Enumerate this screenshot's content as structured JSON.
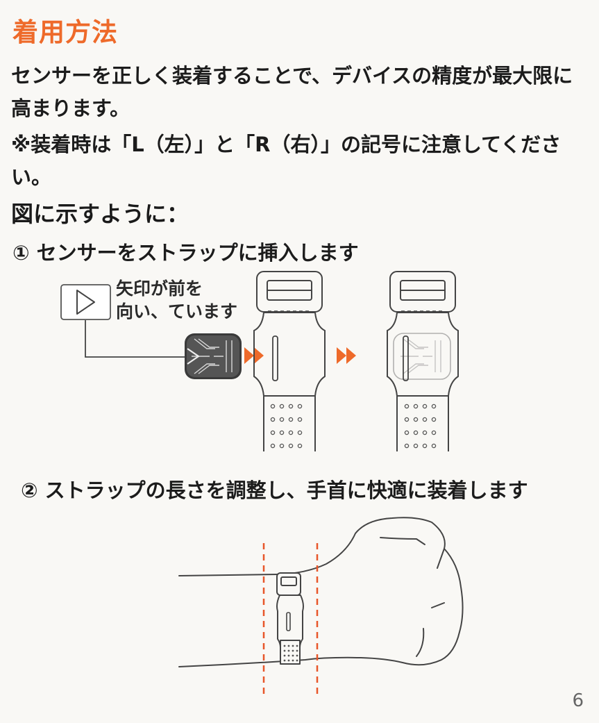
{
  "title": "着用方法",
  "intro": "センサーを正しく装着することで、デバイスの精度が最大限に高まります。",
  "note": "※装着時は「L（左）」と「R（右）」の記号に注意してください。",
  "heading": "図に示すように：",
  "steps": [
    {
      "number": "①",
      "text": "センサーをストラップに挿入します"
    },
    {
      "number": "②",
      "text": "ストラップの長さを調整し、手首に快適に装着します"
    }
  ],
  "callout": {
    "line1": "矢印が前を",
    "line2": "向い、ています"
  },
  "page_number": "6",
  "colors": {
    "accent": "#ee6a2a",
    "guide": "#e8562a",
    "line": "#444444"
  },
  "icons": [
    "arrow-button-icon",
    "sensor-icon",
    "double-arrow-icon",
    "strap-icon",
    "wrist-icon"
  ]
}
